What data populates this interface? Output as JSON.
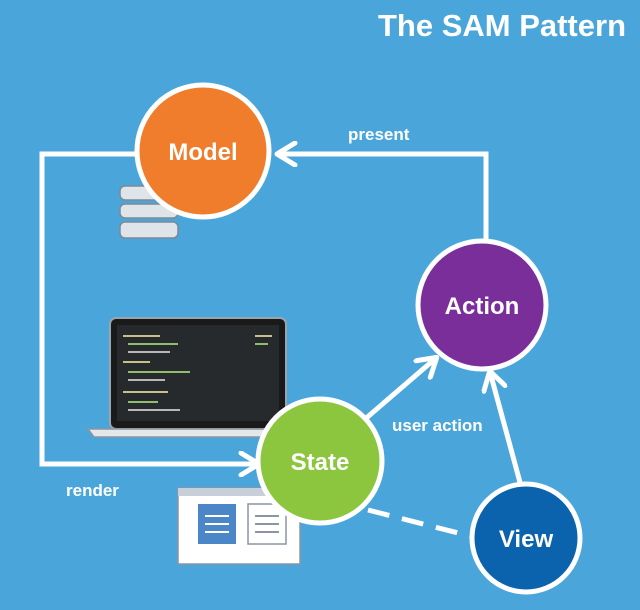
{
  "title": "The SAM Pattern",
  "nodes": {
    "model": "Model",
    "action": "Action",
    "state": "State",
    "view": "View"
  },
  "edges": {
    "present": "present",
    "user_action": "user action",
    "render": "render"
  },
  "colors": {
    "background": "#4aa6da",
    "model": "#ef7d2c",
    "action": "#7a2e9a",
    "state": "#8cc63f",
    "view": "#0b62ad",
    "connector": "#ffffff"
  },
  "icons": [
    "database-icon",
    "laptop-icon",
    "document-window-icon"
  ]
}
